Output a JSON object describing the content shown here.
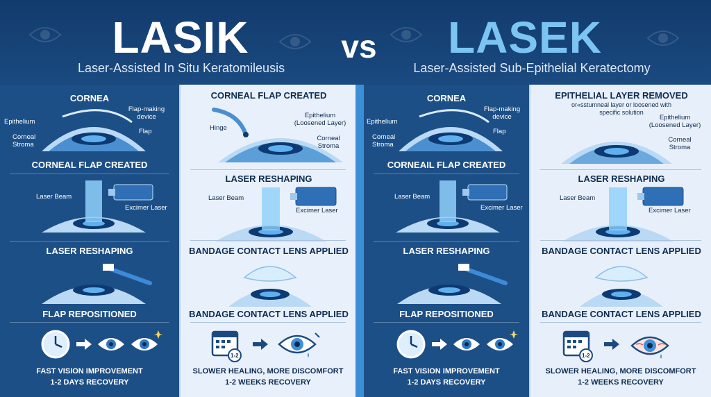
{
  "header": {
    "left_title": "LASIK",
    "vs": "vs",
    "right_title": "LASEK",
    "left_subtitle": "Laser-Assisted In Situ Keratomileusis",
    "right_subtitle": "Laser-Assisted Sub-Epithelial Keratectomy"
  },
  "colors": {
    "navy": "#0f3563",
    "panel_dark": "#1d4f87",
    "panel_light": "#e7f0fa",
    "accent_blue": "#7cc4f2",
    "divider_blue": "#3a8fd6"
  },
  "lasik_left": {
    "title": "CORNEA",
    "labels": [
      "Epithelium",
      "Corneal",
      "Stroma",
      "Flap-making",
      "device",
      "Flap"
    ],
    "step1": "CORNEAL FLAP CREATED",
    "laser_beam": "Laser Beam",
    "excimer": "Excimer Laser",
    "step2": "LASER RESHAPING",
    "step3": "FLAP REPOSITIONED",
    "footer_line1": "FAST VISION IMPROVEMENT",
    "footer_line2": "1-2 DAYS RECOVERY",
    "icons": [
      "clock-icon",
      "arrow-icon",
      "eye-icon",
      "sparkle-eye-icon"
    ]
  },
  "lasik_right": {
    "title": "CORNEAL FLAP CREATED",
    "hinge": "Hinge",
    "labels": [
      "Epithelium",
      "(Loosened Layer)",
      "Corneal",
      "Stroma"
    ],
    "step1": "LASER RESHAPING",
    "laser_beam": "Laser Beam",
    "excimer": "Excimer Laser",
    "step2": "BANDAGE CONTACT LENS APPLIED",
    "step3": "BANDAGE CONTACT LENS APPLIED",
    "footer_line1": "SLOWER HEALING, MORE DISCOMFORT",
    "footer_line2": "1-2 WEEKS RECOVERY",
    "calendar_badge": "1-2",
    "icons": [
      "calendar-icon",
      "arrow-icon",
      "teary-eye-icon"
    ]
  },
  "lasek_left": {
    "title": "CORNEA",
    "labels": [
      "Epithelium",
      "Corneal",
      "Stroma",
      "Flap-making",
      "device",
      "Flap"
    ],
    "step1": "CORNEAIL FLAP CREATED",
    "laser_beam": "Laser Beam",
    "excimer": "Excimer Laser",
    "step2": "LASER RESHAPING",
    "step3": "FLAP REPOSITIONED",
    "footer_line1": "FAST VISION IMPROVEMENT",
    "footer_line2": "1-2 DAYS RECOVERY",
    "icons": [
      "clock-icon",
      "arrow-icon",
      "eye-icon",
      "sparkle-eye-icon"
    ]
  },
  "lasek_right": {
    "title": "EPITHELIAL LAYER REMOVED",
    "note_line1": "or«sstumneal layer or loosened with",
    "note_line2": "specific solution",
    "labels": [
      "Epithelium",
      "(Loosened Layer)",
      "Corneal",
      "Stroma"
    ],
    "step1": "LASER RESHAPING",
    "laser_beam": "Laser Beam",
    "excimer": "Excimer Laser",
    "step2": "BANDAGE CONTACT LENS APPLIED",
    "step3": "BANDAGE CONTACT LENS APPLIED",
    "footer_line1": "SLOWER HEALING, MORE DISCOMFORT",
    "footer_line2": "1-2 WEEKS RECOVERY",
    "calendar_badge": "1-2",
    "icons": [
      "calendar-icon",
      "arrow-icon",
      "red-eye-icon"
    ]
  }
}
